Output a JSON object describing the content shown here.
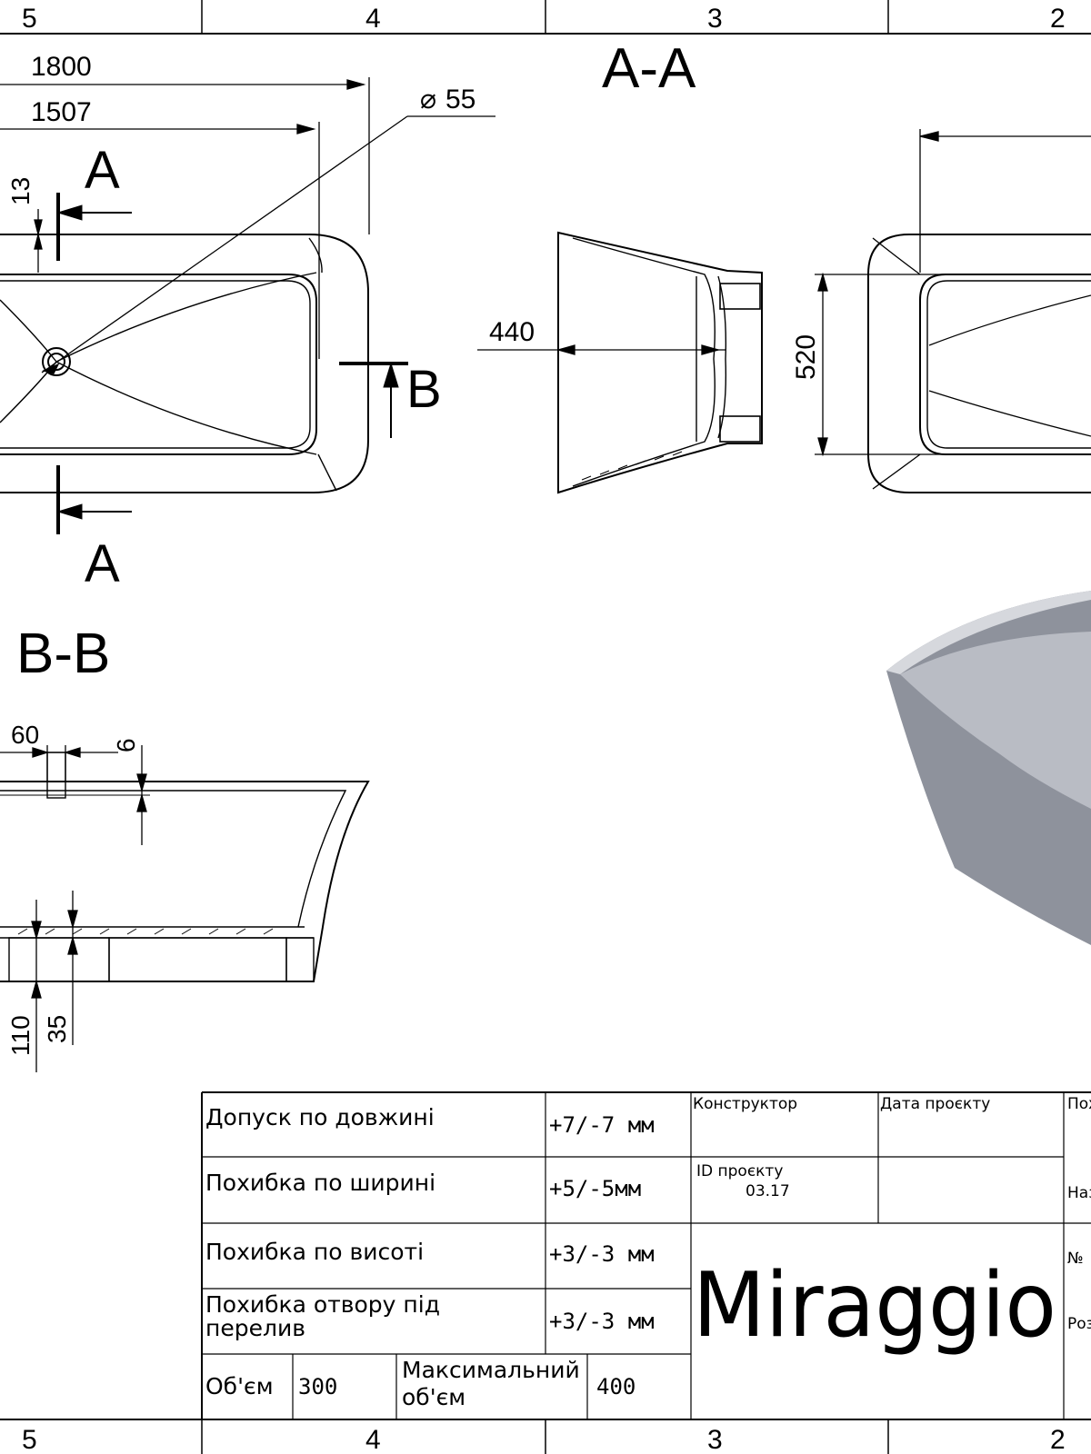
{
  "zones": {
    "top": [
      "5",
      "4",
      "3",
      "2"
    ],
    "bottom": [
      "5",
      "4",
      "3",
      "2"
    ]
  },
  "views": {
    "section_aa_title": "A-A",
    "section_bb_title": "B-B",
    "cut_a_top": "A",
    "cut_a_bottom": "A",
    "cut_b": "B"
  },
  "dimensions": {
    "length": "1800",
    "inner_length": "1507",
    "drain_diameter": "55",
    "rim_offset": "13",
    "section_width": "440",
    "width": "520",
    "overflow_width": "60",
    "thickness": "6",
    "base_height": "110",
    "drain_depth": "35"
  },
  "title_block": {
    "tolerances": [
      {
        "label": "Допуск по довжині",
        "value": "+7/-7 мм"
      },
      {
        "label": "Похибка по ширині",
        "value": "+5/-5мм"
      },
      {
        "label": "Похибка по висоті",
        "value": "+3/-3 мм"
      },
      {
        "label": "Похибка отвору під",
        "label2": "перелив",
        "value": "+3/-3 мм"
      }
    ],
    "volume_label": "Об'єм",
    "volume_value": "300",
    "max_volume_label": "Максимальний",
    "max_volume_label2": "об'єм",
    "max_volume_value": "400",
    "designer_label": "Конструктор",
    "date_label": "Дата проєкту",
    "project_id_label": "ID проєкту",
    "project_id_value": "03.17",
    "error_label_partial": "Пох",
    "name_label_partial": "Наз",
    "number_label_partial": "№",
    "size_label_partial": "Роз",
    "brand": "Miraggio"
  },
  "render_colors": {
    "tub_outer": "#8e929c",
    "tub_inner": "#b9bcc4",
    "tub_rim": "#d6d8dd"
  }
}
